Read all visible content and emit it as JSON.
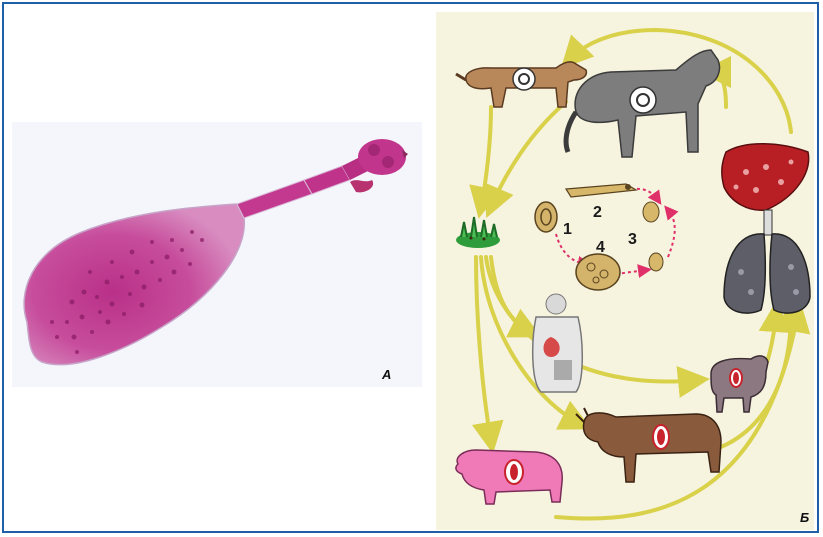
{
  "figure": {
    "panel_a_label": "А",
    "panel_b_label": "Б",
    "stage_labels": [
      "1",
      "2",
      "3",
      "4"
    ]
  },
  "colors": {
    "frame_border": "#1e5fa8",
    "worm_body": "#c2398f",
    "arrow_yellow": "#d9d14a",
    "arrow_red_dashed": "#e0306a",
    "panel_b_bg": "#f6f3df",
    "cyst_red": "#c8232c",
    "pig_pink": "#f07ab8",
    "cow_brown": "#8a5a3c",
    "wolf_gray": "#7d7d7d",
    "liver_red": "#b81f24"
  },
  "icons": [
    "dog-icon",
    "wolf-icon",
    "liver-icon",
    "lungs-icon",
    "grass-egg-icon",
    "human-organs-icon",
    "sheep-icon",
    "cow-icon",
    "pig-icon",
    "egg-icon",
    "adult-worm-icon",
    "scolex-icon",
    "hydatid-cyst-icon"
  ]
}
